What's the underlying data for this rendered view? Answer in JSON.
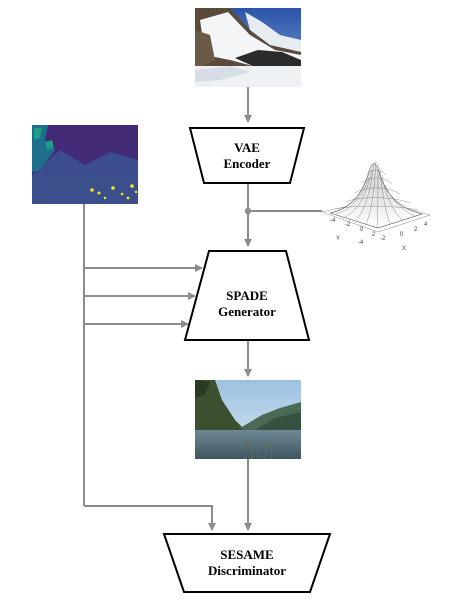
{
  "blocks": {
    "vae": {
      "line1": "VAE",
      "line2": "Encoder"
    },
    "spade": {
      "line1": "SPADE",
      "line2": "Generator"
    },
    "sesame": {
      "line1": "SESAME",
      "line2": "Discriminator"
    }
  },
  "gaussian_plot": {
    "axis_y": "Y",
    "axis_x": "X",
    "ticks_y": [
      "-4",
      "-2",
      "0",
      "2"
    ],
    "ticks_x": [
      "-4",
      "-2",
      "0",
      "2",
      "4"
    ]
  },
  "images": {
    "input_photo": "mountain-snow-photo",
    "segmentation_map": "semantic-label-map",
    "output_photo": "lake-mountain-photo"
  },
  "colors": {
    "arrow": "#8c8c8c",
    "block_stroke": "#000000",
    "seg_dark": "#3f1f6e",
    "seg_mid": "#3b4d8f",
    "seg_teal": "#1f9c8a",
    "seg_yellow": "#f2e51f"
  }
}
